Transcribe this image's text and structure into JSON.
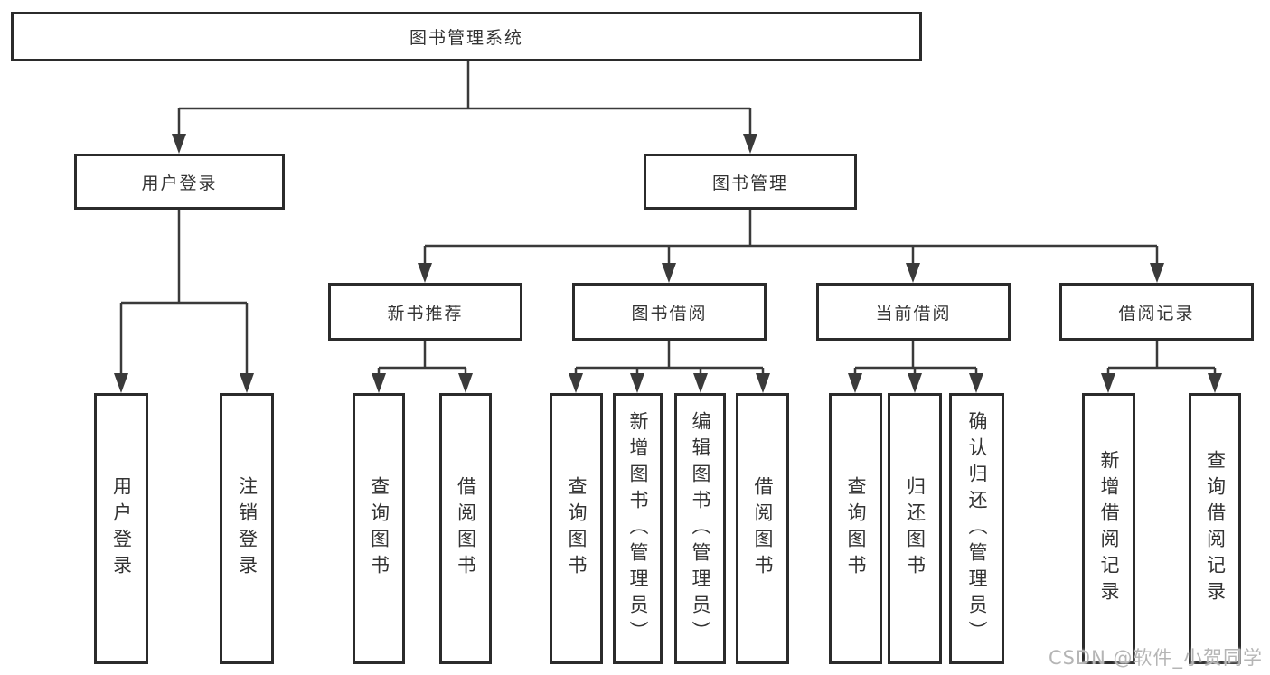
{
  "root": {
    "label": "图书管理系统"
  },
  "level2": [
    {
      "label": "用户登录"
    },
    {
      "label": "图书管理"
    }
  ],
  "level3": [
    {
      "label": "新书推荐"
    },
    {
      "label": "图书借阅"
    },
    {
      "label": "当前借阅"
    },
    {
      "label": "借阅记录"
    }
  ],
  "leaves": {
    "user_login": [
      {
        "label": "用户登录"
      },
      {
        "label": "注销登录"
      }
    ],
    "new_books": [
      {
        "label": "查询图书"
      },
      {
        "label": "借阅图书"
      }
    ],
    "book_borrow": [
      {
        "label": "查询图书"
      },
      {
        "label": "新增图书（管理员）"
      },
      {
        "label": "编辑图书（管理员）"
      },
      {
        "label": "借阅图书"
      }
    ],
    "current_borrow": [
      {
        "label": "查询图书"
      },
      {
        "label": "归还图书"
      },
      {
        "label": "确认归还（管理员）"
      }
    ],
    "borrow_records": [
      {
        "label": "新增借阅记录"
      },
      {
        "label": "查询借阅记录"
      }
    ]
  },
  "watermark": {
    "text": "CSDN @软件_小贺同学"
  },
  "colors": {
    "line": "#3a3a3a",
    "border": "#2b2b2b",
    "text": "#333333",
    "background": "#ffffff",
    "watermark": "#b5b5b5"
  }
}
